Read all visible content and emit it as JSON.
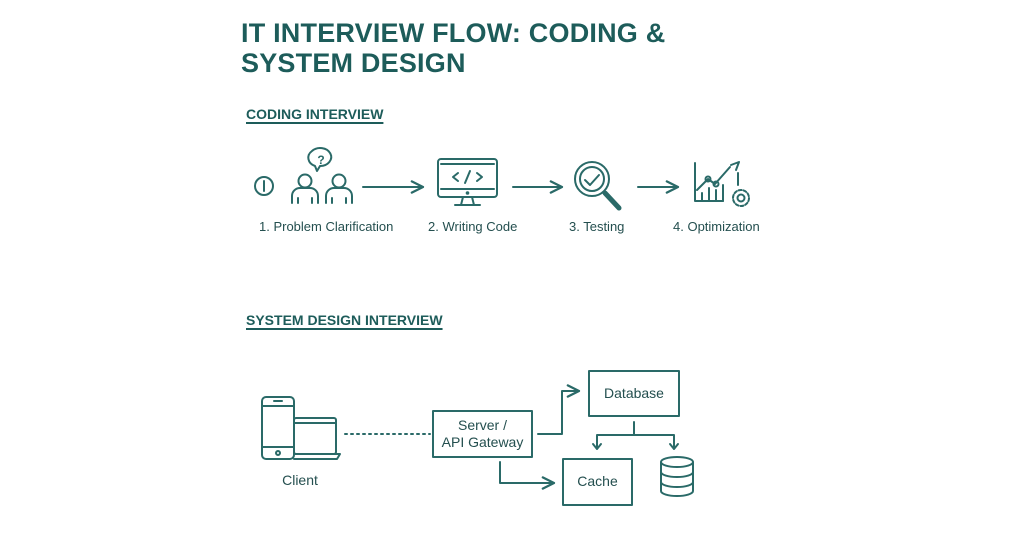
{
  "title_line1": "IT INTERVIEW FLOW: CODING &",
  "title_line2": "SYSTEM DESIGN",
  "accent_color": "#1d5c5a",
  "coding": {
    "heading": "CODING INTERVIEW",
    "steps": [
      {
        "label": "1. Problem Clarification",
        "icon": "people-question-icon"
      },
      {
        "label": "2. Writing Code",
        "icon": "monitor-code-icon"
      },
      {
        "label": "3. Testing",
        "icon": "magnifier-check-icon"
      },
      {
        "label": "4. Optimization",
        "icon": "chart-gear-icon"
      }
    ],
    "start_marker": "I"
  },
  "system_design": {
    "heading": "SYSTEM DESIGN INTERVIEW",
    "client_label": "Client",
    "server_line1": "Server /",
    "server_line2": "API Gateway",
    "database_label": "Database",
    "cache_label": "Cache"
  }
}
